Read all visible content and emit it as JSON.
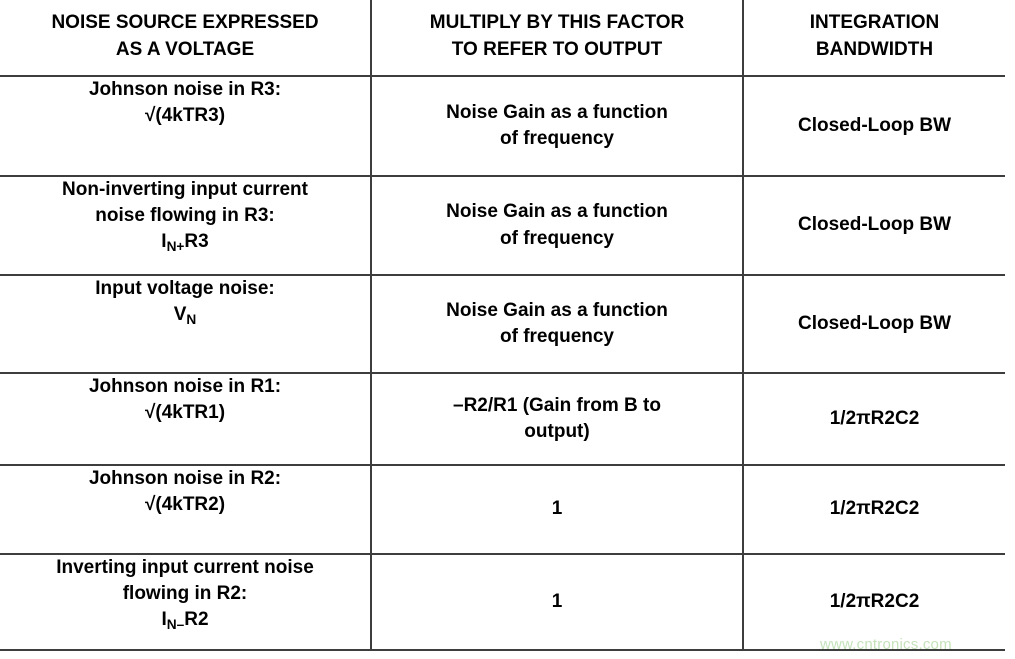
{
  "table": {
    "headers": [
      "NOISE SOURCE EXPRESSED AS A VOLTAGE",
      "MULTIPLY BY THIS FACTOR TO REFER TO OUTPUT",
      "INTEGRATION BANDWIDTH"
    ],
    "header_lines": [
      [
        "NOISE SOURCE EXPRESSED",
        "AS A VOLTAGE"
      ],
      [
        "MULTIPLY BY THIS FACTOR",
        "TO REFER TO OUTPUT"
      ],
      [
        "INTEGRATION",
        "BANDWIDTH"
      ]
    ],
    "rows": [
      {
        "source_line1": "Johnson noise in R3:",
        "source_line2_pre": "√(4kTR3)",
        "source_sub": "",
        "source_line2_post": "",
        "factor_line1": "Noise Gain as a function",
        "factor_line2": "of frequency",
        "bandwidth": "Closed-Loop BW"
      },
      {
        "source_line1": "Non-inverting input current",
        "source_line1b": "noise flowing in R3:",
        "source_line2_pre": "I",
        "source_sub": "N+",
        "source_line2_post": "R3",
        "factor_line1": "Noise Gain as a function",
        "factor_line2": "of frequency",
        "bandwidth": "Closed-Loop BW"
      },
      {
        "source_line1": "Input voltage noise:",
        "source_line2_pre": "V",
        "source_sub": "N",
        "source_line2_post": "",
        "factor_line1": "Noise Gain as a function",
        "factor_line2": "of frequency",
        "bandwidth": "Closed-Loop BW"
      },
      {
        "source_line1": "Johnson noise in R1:",
        "source_line2_pre": "√(4kTR1)",
        "source_sub": "",
        "source_line2_post": "",
        "factor_line1": "–R2/R1 (Gain from B to",
        "factor_line2": "output)",
        "bandwidth": "1/2πR2C2"
      },
      {
        "source_line1": "Johnson noise in R2:",
        "source_line2_pre": "√(4kTR2)",
        "source_sub": "",
        "source_line2_post": "",
        "factor_line1": "1",
        "factor_line2": "",
        "bandwidth": "1/2πR2C2"
      },
      {
        "source_line1": "Inverting input current noise",
        "source_line1b": "flowing in R2:",
        "source_line2_pre": "I",
        "source_sub": "N–",
        "source_line2_post": "R2",
        "factor_line1": "1",
        "factor_line2": "",
        "bandwidth": "1/2πR2C2"
      }
    ]
  },
  "watermark": {
    "text": "www.cntronics.com",
    "color": "#c5e3bb"
  },
  "colors": {
    "rule": "#3d3d3d",
    "text": "#000000",
    "background": "#ffffff"
  }
}
